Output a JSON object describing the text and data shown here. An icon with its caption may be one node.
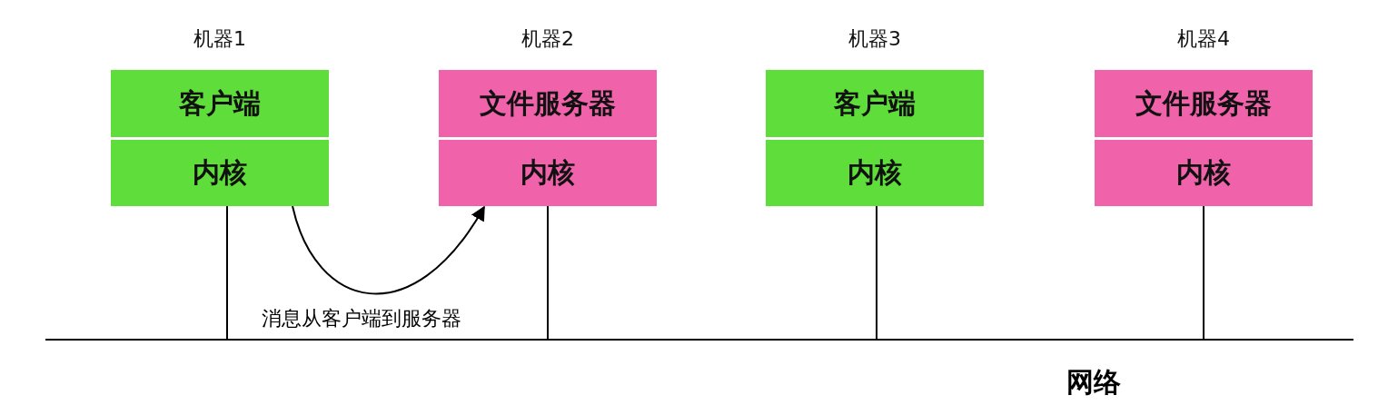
{
  "diagram": {
    "nodes": [
      {
        "text": [
          "机器1"
        ]
      },
      {
        "text": [
          "客户端"
        ],
        "in": 0
      },
      {
        "text": [
          "内核"
        ],
        "in": 0
      },
      {
        "text": [
          "机器2"
        ]
      },
      {
        "text": [
          "文件服务器"
        ],
        "in": 3
      },
      {
        "text": [
          "内核"
        ],
        "in": 3
      },
      {
        "text": [
          "机器3"
        ]
      },
      {
        "text": [
          "客户端"
        ],
        "in": 6
      },
      {
        "text": [
          "内核"
        ],
        "in": 6
      },
      {
        "text": [
          "机器4"
        ]
      },
      {
        "text": [
          "文件服务器"
        ],
        "in": 9
      },
      {
        "text": [
          "内核"
        ],
        "in": 9
      },
      {
        "text": [
          "网络"
        ]
      }
    ],
    "edges": [
      {
        "from": 0,
        "to": 12,
        "arrow": "none"
      },
      {
        "from": 3,
        "to": 12,
        "arrow": "none"
      },
      {
        "from": 6,
        "to": 12,
        "arrow": "none"
      },
      {
        "from": 9,
        "to": 12,
        "arrow": "none"
      },
      {
        "from": 2,
        "to": 5,
        "arrow": "to",
        "label": "消息从客户端到服务器"
      }
    ]
  }
}
